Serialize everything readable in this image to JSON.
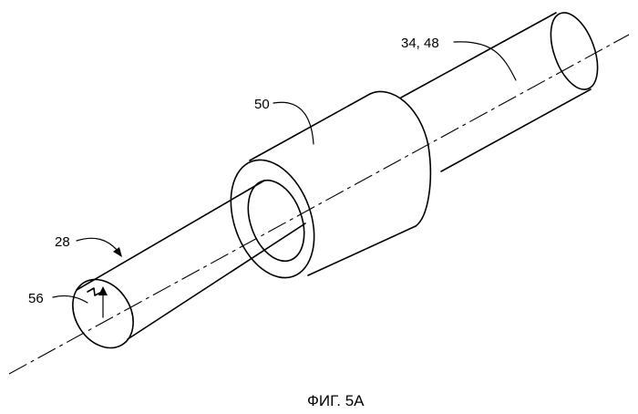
{
  "labels": {
    "label_34_48": "34, 48",
    "label_50": "50",
    "label_28": "28",
    "label_56": "56"
  },
  "caption": "ФИГ. 5A"
}
